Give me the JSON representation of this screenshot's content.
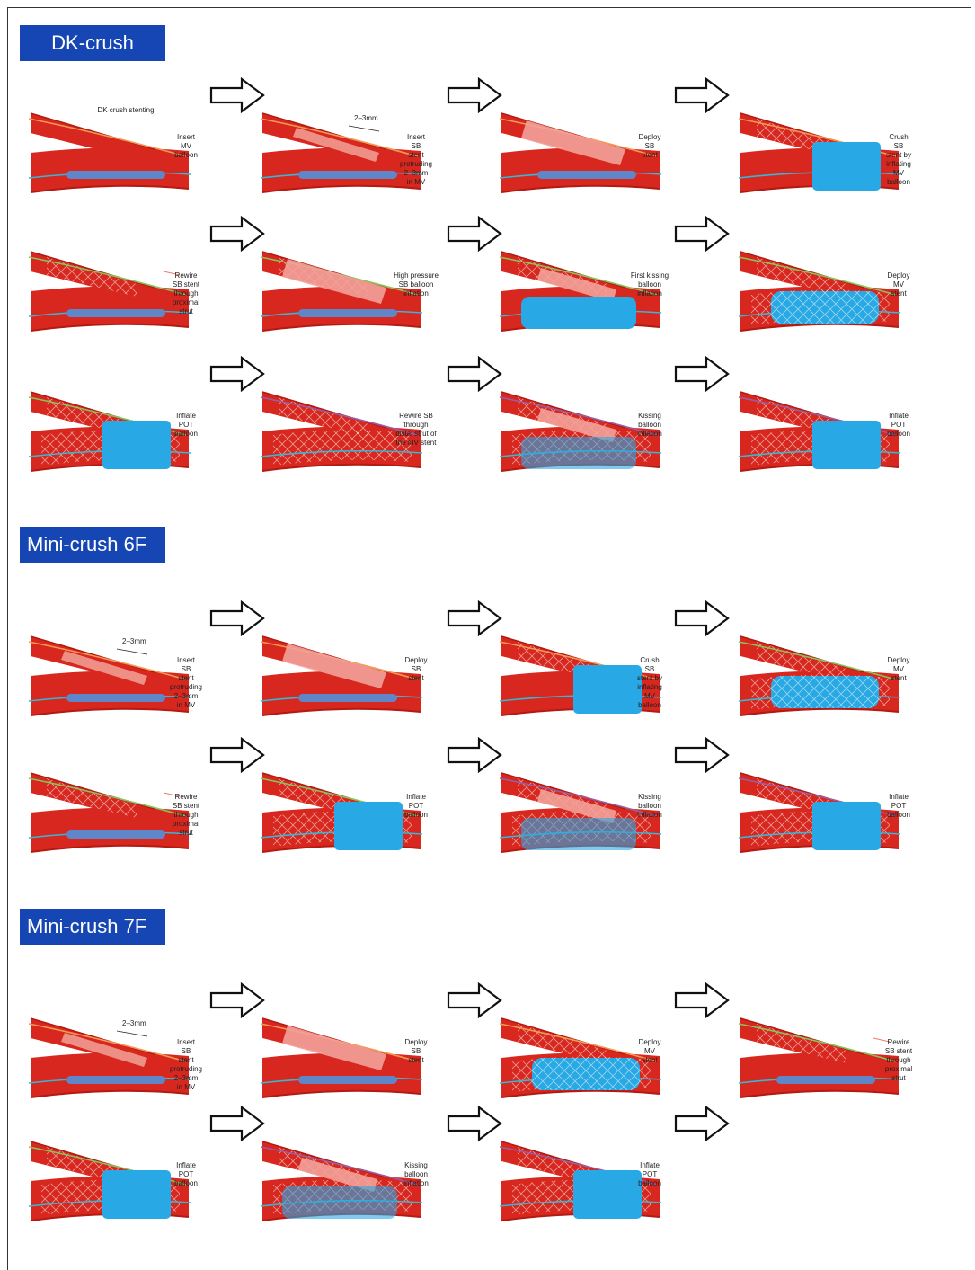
{
  "colors": {
    "header_bg": "#1646b4",
    "vessel": "#d8271e",
    "vessel_dark": "#b21a12",
    "mv_wire": "#35b7d6",
    "sb_wire_orange": "#f29a54",
    "sb_wire_green": "#88c45a",
    "wire_purple": "#9a5ea0",
    "balloon_blue": "#28a8e4",
    "deflated_balloon": "#5f86c9",
    "sb_balloon": "#f2a299"
  },
  "sections": [
    {
      "title": "DK-crush",
      "top_note": "DK crush stenting",
      "steps": [
        {
          "caption": "Insert\nMV\nballoon",
          "kind": "insert_mv"
        },
        {
          "caption": "Insert\nSB\nstent\nprotruding\n2–3mm\nin MV",
          "kind": "insert_sb",
          "dim_label": "2–3mm"
        },
        {
          "caption": "Deploy\nSB\nstent",
          "kind": "deploy_sb"
        },
        {
          "caption": "Crush\nSB\nstent by\ninflating\nMV\nballoon",
          "kind": "crush"
        },
        {
          "caption": "Rewire\nSB stent\nthrough\nproximal\nstrut",
          "kind": "rewire_sb"
        },
        {
          "caption": "High pressure\nSB balloon\ninflation",
          "kind": "hp_sb"
        },
        {
          "caption": "First kissing\nballoon\ninflation",
          "kind": "first_kiss"
        },
        {
          "caption": "Deploy\nMV\nstent",
          "kind": "deploy_mv"
        },
        {
          "caption": "Inflate\nPOT\nballoon",
          "kind": "pot"
        },
        {
          "caption": "Rewire SB\nthrough\ndistal strut of\nthe MV stent",
          "kind": "rewire_distal"
        },
        {
          "caption": "Kissing\nballoon\ninflation",
          "kind": "kiss"
        },
        {
          "caption": "Inflate\nPOT\nballoon",
          "kind": "pot_final"
        }
      ]
    },
    {
      "title": "Mini-crush 6F",
      "steps": [
        {
          "caption": "Insert\nSB\nstent\nprotruding\n2–3mm\nin MV",
          "kind": "insert_sb",
          "dim_label": "2–3mm"
        },
        {
          "caption": "Deploy\nSB\nstent",
          "kind": "deploy_sb"
        },
        {
          "caption": "Crush\nSB\nstent by\ninflating\nMV\nballoon",
          "kind": "crush"
        },
        {
          "caption": "Deploy\nMV\nstent",
          "kind": "deploy_mv"
        },
        {
          "caption": "Rewire\nSB stent\nthrough\nproximal\nstrut",
          "kind": "rewire_sb"
        },
        {
          "caption": "Inflate\nPOT\nballoon",
          "kind": "pot"
        },
        {
          "caption": "Kissing\nballoon\ninflation",
          "kind": "kiss"
        },
        {
          "caption": "Inflate\nPOT\nballoon",
          "kind": "pot_final"
        }
      ]
    },
    {
      "title": "Mini-crush 7F",
      "steps": [
        {
          "caption": "Insert\nSB\nstent\nprotruding\n2–3mm\nin MV",
          "kind": "insert_sb",
          "dim_label": "2–3mm"
        },
        {
          "caption": "Deploy\nSB\nstent",
          "kind": "deploy_sb"
        },
        {
          "caption": "Deploy\nMV\nstent",
          "kind": "deploy_mv_sb"
        },
        {
          "caption": "Rewire\nSB stent\nthrough\nproximal\nstrut",
          "kind": "rewire_sb_only"
        },
        {
          "caption": "Inflate\nPOT\nballoon",
          "kind": "pot"
        },
        {
          "caption": "Kissing\nballoon\ninflation",
          "kind": "kiss"
        },
        {
          "caption": "Inflate\nPOT\nballoon",
          "kind": "pot_final"
        }
      ]
    }
  ]
}
